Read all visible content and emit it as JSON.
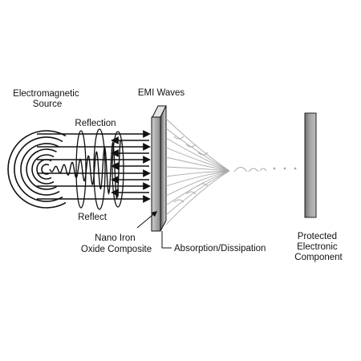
{
  "labels": {
    "source": [
      "Electromagnetic",
      "Source"
    ],
    "reflection": "Reflection",
    "reflect": "Reflect",
    "emi_waves": "EMI Waves",
    "composite": [
      "Nano Iron",
      "Oxide Composite"
    ],
    "absorption": "Absorption/Dissipation",
    "component": [
      "Protected",
      "Electronic",
      "Component"
    ]
  },
  "icons": {
    "source": "concentric-arcs-icon",
    "incoming": "right-arrow-icon",
    "reflected": "left-arrow-icon",
    "shield": "gradient-slab-icon",
    "dissipation": "fading-wave-icon",
    "component": "gray-panel-icon"
  },
  "colors": {
    "ink": "#111111",
    "shield_dark": "#555555",
    "shield_light": "#dcdcdc",
    "wave": "#aaaaaa",
    "component_dark": "#6e6e6e",
    "component_light": "#bdbdbd"
  }
}
